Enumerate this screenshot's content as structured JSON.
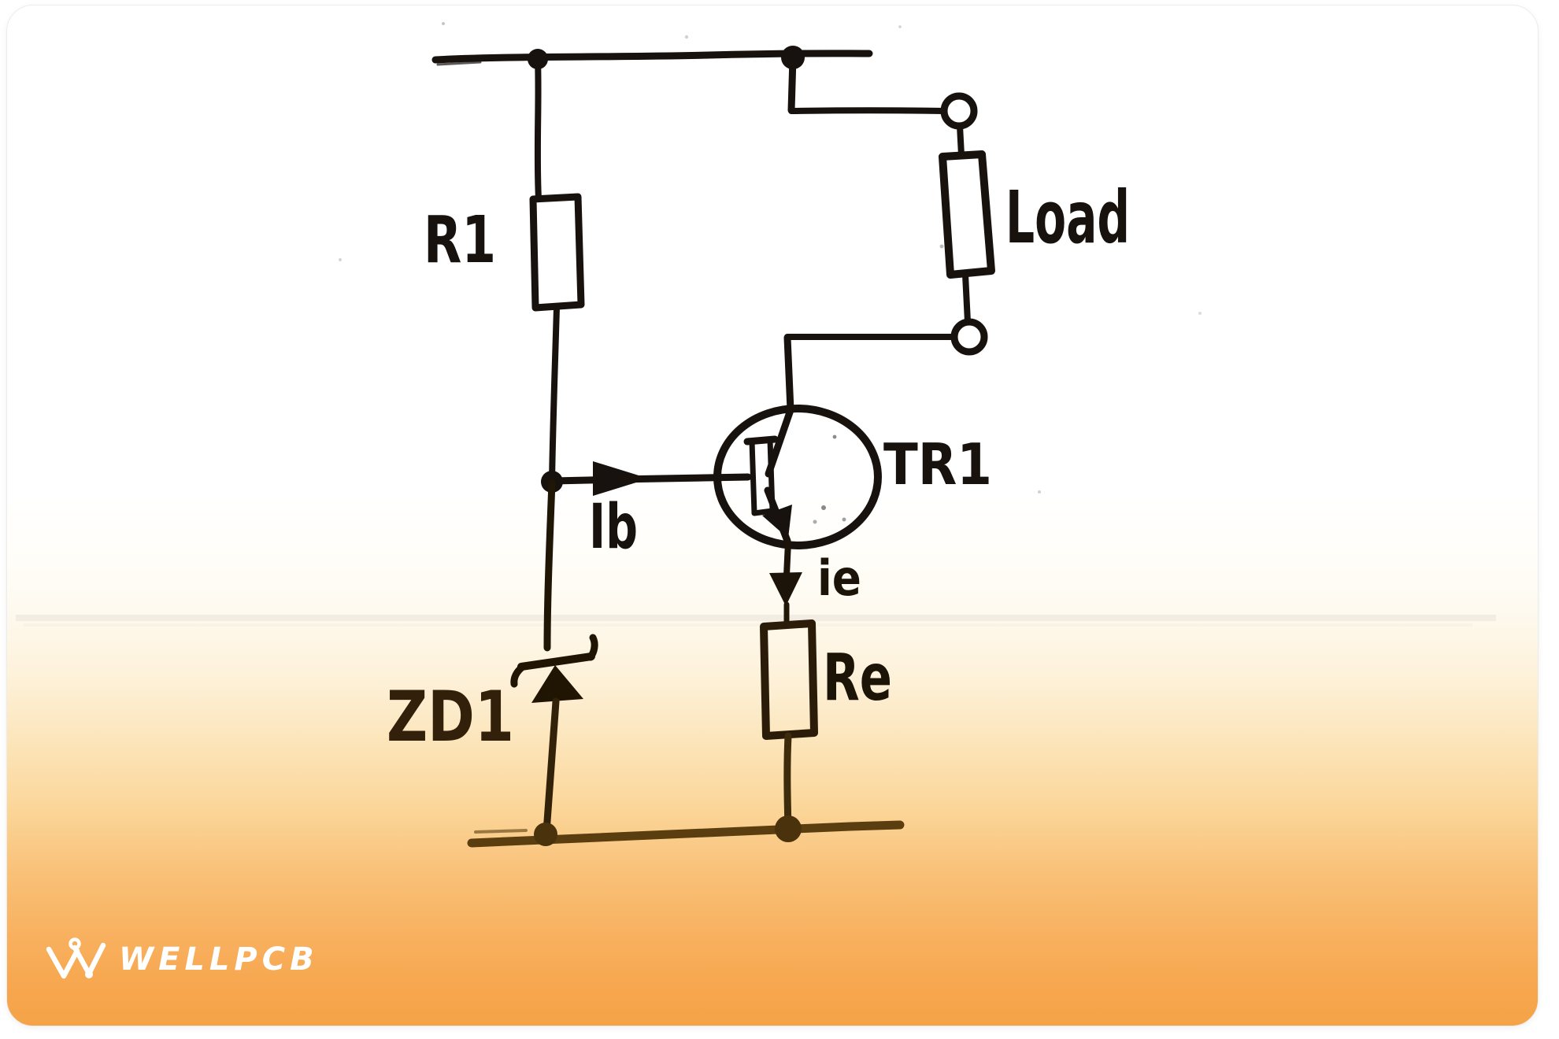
{
  "schematic": {
    "labels": {
      "r1": "R1",
      "load": "Load",
      "tr1": "TR1",
      "ib": "Ib",
      "ie": "ie",
      "zd1": "ZD1",
      "re": "Re"
    },
    "components": [
      {
        "type": "resistor",
        "label": "R1"
      },
      {
        "type": "resistor",
        "label": "Load"
      },
      {
        "type": "npn-transistor",
        "label": "TR1"
      },
      {
        "type": "zener-diode",
        "label": "ZD1"
      },
      {
        "type": "resistor",
        "label": "Re"
      },
      {
        "type": "current-arrow",
        "label": "Ib"
      },
      {
        "type": "current-arrow",
        "label": "ie"
      }
    ]
  },
  "branding": {
    "logo_text": "WELLPCB"
  },
  "colors": {
    "ink": "#18120e",
    "ink_brown": "#5a3e10",
    "bottom_orange": "#f6a348",
    "logo_white": "#ffffff"
  }
}
